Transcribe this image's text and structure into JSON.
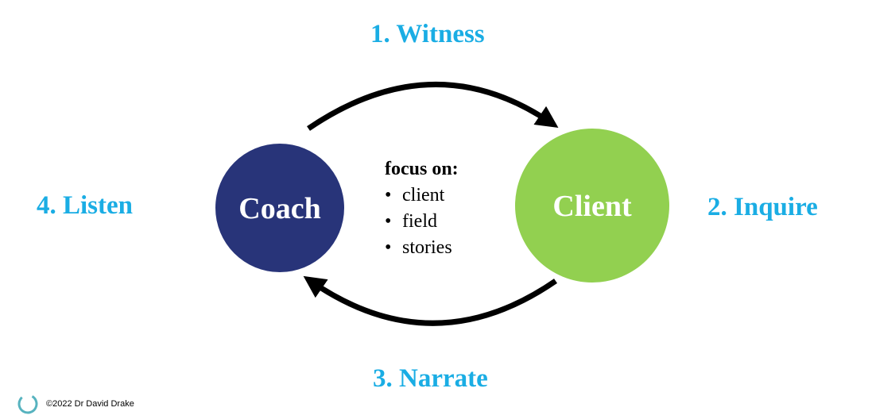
{
  "steps": {
    "witness": "1. Witness",
    "inquire": "2. Inquire",
    "narrate": "3. Narrate",
    "listen": "4. Listen"
  },
  "nodes": {
    "coach": {
      "label": "Coach",
      "color": "#283479"
    },
    "client": {
      "label": "Client",
      "color": "#92D050"
    }
  },
  "focus": {
    "title": "focus on:",
    "items": [
      "client",
      "field",
      "stories"
    ]
  },
  "footer": {
    "copyright": "©2022 Dr David Drake"
  },
  "colors": {
    "step_label": "#1AADE4",
    "arrow": "#000000"
  }
}
